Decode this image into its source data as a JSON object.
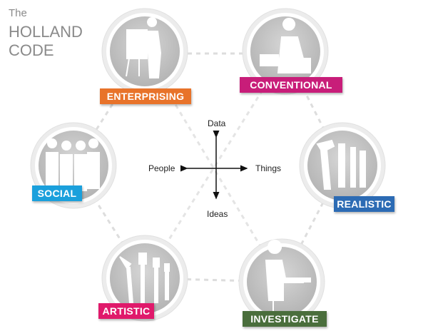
{
  "title": {
    "line1": "The",
    "line2": "HOLLAND",
    "line3": "CODE"
  },
  "axes": {
    "top": "Data",
    "bottom": "Ideas",
    "left": "People",
    "right": "Things"
  },
  "types": [
    {
      "label": "ENTERPRISING",
      "color": "#e8732a",
      "icon": "presenter-icon"
    },
    {
      "label": "CONVENTIONAL",
      "color": "#c81d79",
      "icon": "office-worker-icon"
    },
    {
      "label": "SOCIAL",
      "color": "#1ba0dc",
      "icon": "group-people-icon"
    },
    {
      "label": "REALISTIC",
      "color": "#2c6bb4",
      "icon": "tools-icon"
    },
    {
      "label": "ARTISTIC",
      "color": "#e0196b",
      "icon": "paintbrushes-icon"
    },
    {
      "label": "INVESTIGATE",
      "color": "#4a6e3c",
      "icon": "researcher-icon"
    }
  ]
}
